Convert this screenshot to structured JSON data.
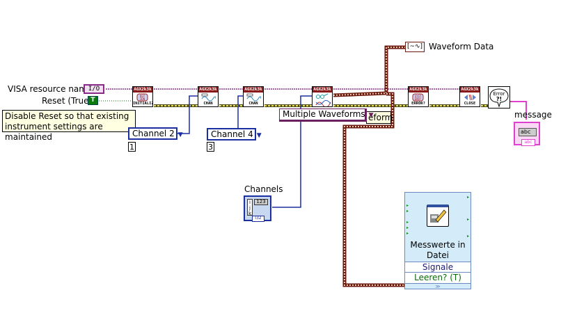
{
  "diagram": {
    "controls": {
      "visa_resource_label": "VISA resource name",
      "visa_resource_glyph": "I/O",
      "reset_label": "Reset (True)",
      "reset_glyph": "T",
      "channels_label": "Channels",
      "channels_glyph": "123",
      "channels_type": "I32",
      "channels_indices": [
        "i",
        "j",
        "k"
      ]
    },
    "comment": "Disable Reset so that existing instrument settings are maintained",
    "subvis": [
      {
        "id": "initialize",
        "header": "AGX2k3k",
        "footer": "INITIALIZE",
        "glyph": "RST IDN"
      },
      {
        "id": "chan1",
        "header": "AGX2k3k",
        "footer": "CHAN",
        "glyph": "wave"
      },
      {
        "id": "chan2",
        "header": "AGX2k3k",
        "footer": "CHAN",
        "glyph": "wave"
      },
      {
        "id": "read",
        "header": "AGX2k3k",
        "footer": "",
        "glyph": "read waveforms"
      },
      {
        "id": "error",
        "header": "AGX2k3k",
        "footer": "ERROR?",
        "glyph": "SYST ERR?"
      },
      {
        "id": "close",
        "header": "AGX2k3k",
        "footer": "CLOSE",
        "glyph": "close"
      }
    ],
    "error_handler": {
      "glyph": "Error ?!"
    },
    "rings": [
      {
        "id": "channel-2-ring",
        "value": "Channel 2",
        "index": "1"
      },
      {
        "id": "channel-4-ring",
        "value": "Channel 4",
        "index": "3"
      },
      {
        "id": "read-mode-ring",
        "value": "Multiple Waveforms"
      }
    ],
    "read_mode_tail": "eform",
    "waveform_indicator": {
      "label": "Waveform Data",
      "glyph": "[~∿]"
    },
    "message_indicator": {
      "label": "message",
      "glyph": "abc",
      "type": "abc"
    },
    "express_vi": {
      "title_line1": "Messwerte in",
      "title_line2": "Datei schreiben",
      "inputs": [
        "Signale",
        "Leeren? (T)"
      ],
      "expand_glyph": "≫"
    }
  }
}
